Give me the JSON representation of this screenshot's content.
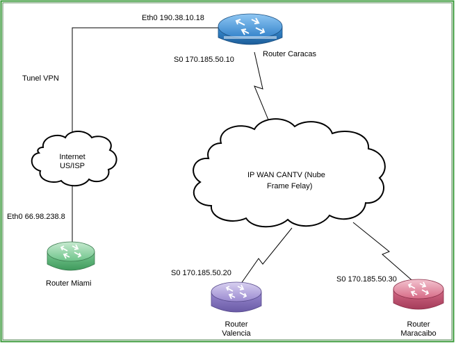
{
  "diagram": {
    "routers": {
      "caracas": {
        "label": "Router  Caracas",
        "color": "#3a8fd6"
      },
      "miami": {
        "label": "Router Miami",
        "color": "#6ec48a"
      },
      "valencia": {
        "label_line1": "Router",
        "label_line2": "Valencia",
        "color": "#9a8ad0"
      },
      "maracaibo": {
        "label_line1": "Router",
        "label_line2": "Maracaibo",
        "color": "#d76a86"
      }
    },
    "clouds": {
      "internet": {
        "line1": "Internet",
        "line2": "US/ISP"
      },
      "wan": {
        "line1": "IP WAN CANTV (Nube",
        "line2": "Frame Felay)"
      }
    },
    "interfaces": {
      "caracas_eth0": "Eth0 190.38.10.18",
      "caracas_s0": "S0 170.185.50.10",
      "miami_eth0": "Eth0 66.98.238.8",
      "valencia_s0": "S0 170.185.50.20",
      "maracaibo_s0": "S0 170.185.50.30"
    },
    "links": {
      "vpn_label": "Tunel VPN"
    },
    "frame_border_color": "#3a9a3a"
  }
}
